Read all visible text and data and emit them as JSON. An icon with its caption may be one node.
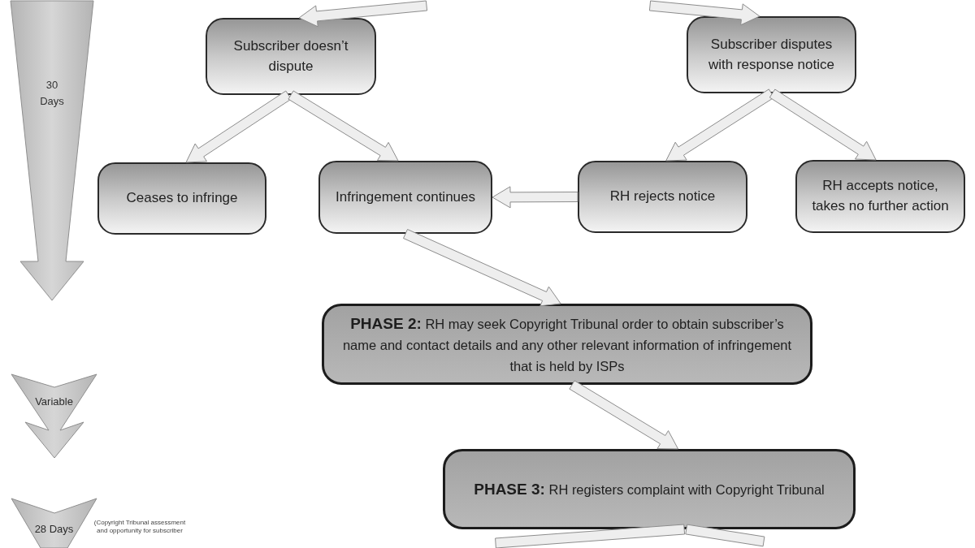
{
  "diagram": {
    "nodes": [
      {
        "text": [
          "30 Days"
        ]
      },
      {
        "text": [
          "Subscriber doesn’t dispute"
        ]
      },
      {
        "text": [
          "Subscriber disputes with response notice"
        ]
      },
      {
        "text": [
          "Ceases to infringe"
        ]
      },
      {
        "text": [
          "Infringement continues"
        ]
      },
      {
        "text": [
          "RH rejects notice"
        ]
      },
      {
        "text": [
          "RH accepts notice, takes no further action"
        ]
      },
      {
        "text": [
          "**PHASE 2:** RH may seek Copyright Tribunal order to obtain subscriber’s name and contact details and any other relevant information of infringement that is held by ISPs"
        ]
      },
      {
        "text": [
          "Variable"
        ]
      },
      {
        "text": [
          "**PHASE 3:** RH registers complaint with Copyright Tribunal"
        ]
      },
      {
        "text": [
          "28 Days"
        ],
        "beside": [
          "(Copyright Tribunal assessment and opportunity for subscriber"
        ]
      }
    ],
    "edges": [
      {
        "from": null,
        "to": 1,
        "arrow": "to"
      },
      {
        "from": null,
        "to": 2,
        "arrow": "to"
      },
      {
        "from": 1,
        "to": 3,
        "arrow": "to"
      },
      {
        "from": 1,
        "to": 4,
        "arrow": "to"
      },
      {
        "from": 2,
        "to": 5,
        "arrow": "to"
      },
      {
        "from": 2,
        "to": 6,
        "arrow": "to"
      },
      {
        "from": 5,
        "to": 4,
        "arrow": "to"
      },
      {
        "from": 4,
        "to": 7,
        "arrow": "to"
      },
      {
        "from": 7,
        "to": 9,
        "arrow": "to"
      },
      {
        "from": 9,
        "to": null,
        "arrow": "none"
      },
      {
        "from": 9,
        "to": null,
        "arrow": "none"
      }
    ]
  }
}
